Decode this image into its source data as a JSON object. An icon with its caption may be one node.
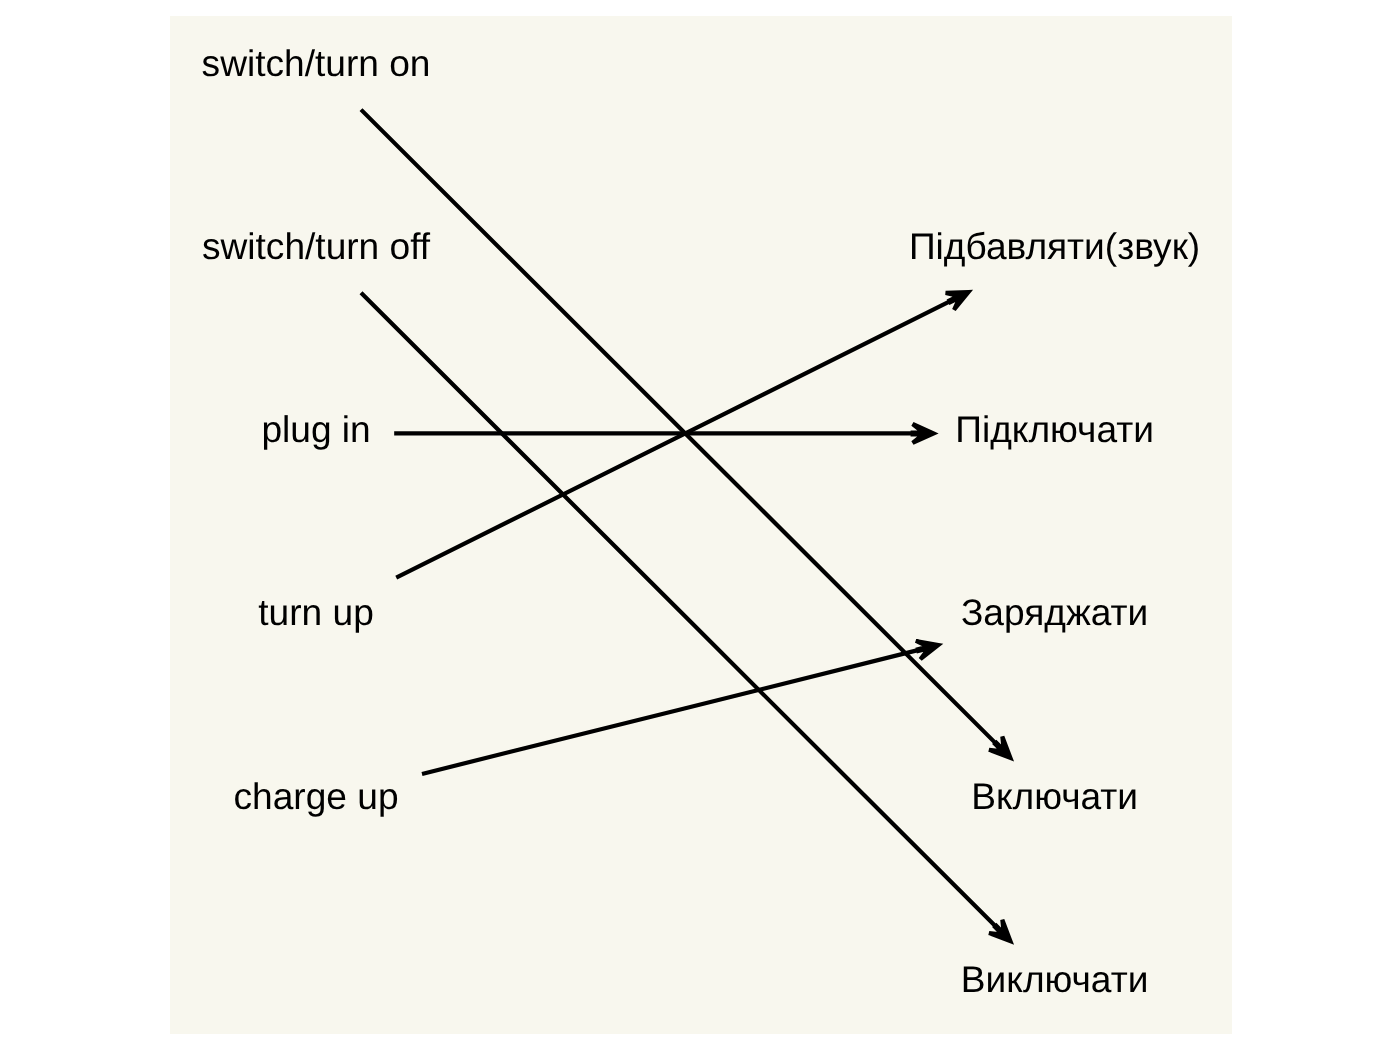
{
  "diagram": {
    "nodes": [
      {
        "text": [
          "switch/turn on"
        ]
      },
      {
        "text": [
          "switch/turn off"
        ]
      },
      {
        "text": [
          "plug in"
        ]
      },
      {
        "text": [
          "turn up"
        ]
      },
      {
        "text": [
          "charge up"
        ]
      },
      {
        "text": [
          "Підбавляти(звук)"
        ]
      },
      {
        "text": [
          "Підключати"
        ]
      },
      {
        "text": [
          "Заряджати"
        ]
      },
      {
        "text": [
          "Включати"
        ]
      },
      {
        "text": [
          "Виключати"
        ]
      }
    ],
    "edges": [
      {
        "from": 0,
        "to": 8,
        "arrow": "to"
      },
      {
        "from": 1,
        "to": 9,
        "arrow": "to"
      },
      {
        "from": 2,
        "to": 6,
        "arrow": "to"
      },
      {
        "from": 3,
        "to": 5,
        "arrow": "to"
      },
      {
        "from": 4,
        "to": 7,
        "arrow": "to"
      }
    ]
  }
}
